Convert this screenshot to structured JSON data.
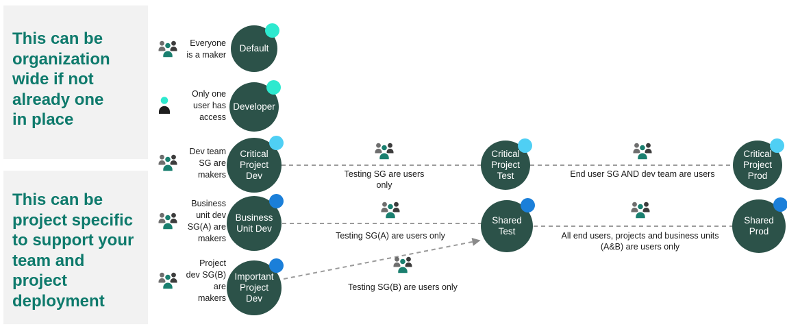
{
  "notes": [
    {
      "text": "This can be\norganization\nwide if not\nalready one\nin place"
    },
    {
      "text": "This can be\nproject specific\nto support your\nteam and\nproject\ndeployment"
    }
  ],
  "makers": [
    {
      "icon": "group-icon",
      "label": "Everyone\nis a maker"
    },
    {
      "icon": "single-user-icon",
      "label": "Only one\nuser has\naccess"
    },
    {
      "icon": "group-icon",
      "label": "Dev team\nSG are\nmakers"
    },
    {
      "icon": "group-icon",
      "label": "Business\nunit dev\nSG(A) are\nmakers"
    },
    {
      "icon": "group-icon",
      "label": "Project\ndev SG(B)\nare\nmakers"
    }
  ],
  "environments": [
    {
      "name": "Default",
      "dot_color": "#2de9cf"
    },
    {
      "name": "Developer",
      "dot_color": "#2de9cf"
    },
    {
      "name": "Critical\nProject\nDev",
      "dot_color": "#4fcff4"
    },
    {
      "name": "Business\nUnit Dev",
      "dot_color": "#1b7fd9"
    },
    {
      "name": "Important\nProject\nDev",
      "dot_color": "#1b7fd9"
    },
    {
      "name": "Critical\nProject\nTest",
      "dot_color": "#4fcff4"
    },
    {
      "name": "Shared\nTest",
      "dot_color": "#1b7fd9"
    },
    {
      "name": "Critical\nProject\nProd",
      "dot_color": "#4fcff4"
    },
    {
      "name": "Shared\nProd",
      "dot_color": "#1b7fd9"
    }
  ],
  "connections": [
    {
      "label": "Testing SG are users\nonly"
    },
    {
      "label": "End user SG AND dev team are users"
    },
    {
      "label": "Testing SG(A) are users only"
    },
    {
      "label": "All end users, projects and business units\n(A&B) are users only"
    },
    {
      "label": "Testing SG(B) are users only"
    }
  ],
  "colors": {
    "note_background": "#f2f2f2",
    "note_text": "#0e7a6c",
    "circle_fill": "#2c5249",
    "circle_text": "#ffffff",
    "dot_turquoise": "#2de9cf",
    "dot_sky_blue": "#4fcff4",
    "dot_blue": "#1b7fd9",
    "connector_gray": "#9b9b9b",
    "person_teal": "#1a7f6f",
    "person_gray": "#6e6e6e",
    "person_dark": "#3c3c3c",
    "single_user_head": "#2de9cf",
    "single_user_body": "#1e1e1e"
  }
}
